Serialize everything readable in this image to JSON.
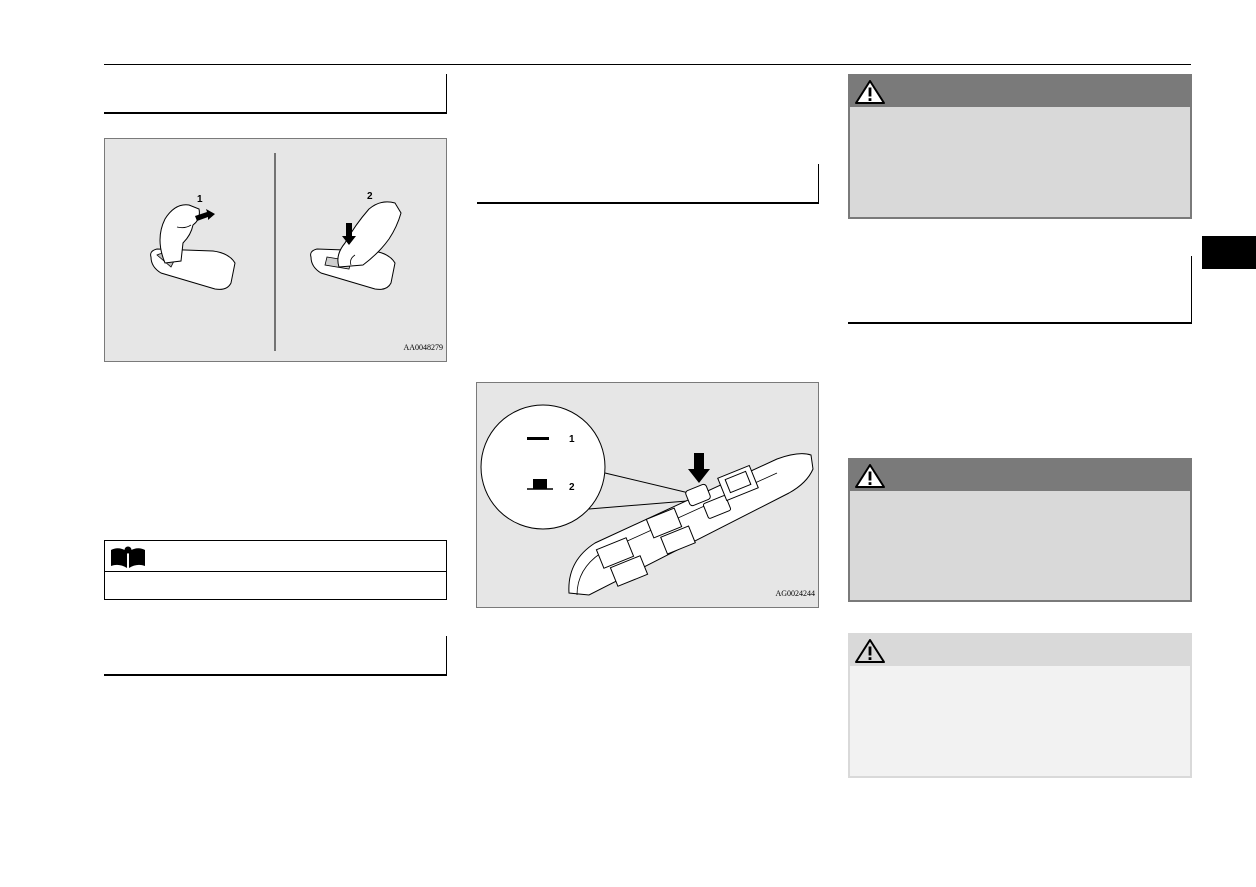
{
  "figure1": {
    "id": "AA0048279",
    "labels": [
      "1",
      "2"
    ]
  },
  "figure2": {
    "id": "AG0024244",
    "labels": [
      "1",
      "2"
    ]
  },
  "icons": {
    "note": "book-reading-icon",
    "warning": "warning-triangle-icon",
    "caution": "warning-triangle-icon"
  },
  "colors": {
    "figure_bg": "#e6e6e6",
    "warning_header": "#7a7a7a",
    "warning_body": "#d9d9d9",
    "caution_header": "#d9d9d9",
    "caution_body": "#f2f2f2",
    "section_tab": "#000000"
  }
}
